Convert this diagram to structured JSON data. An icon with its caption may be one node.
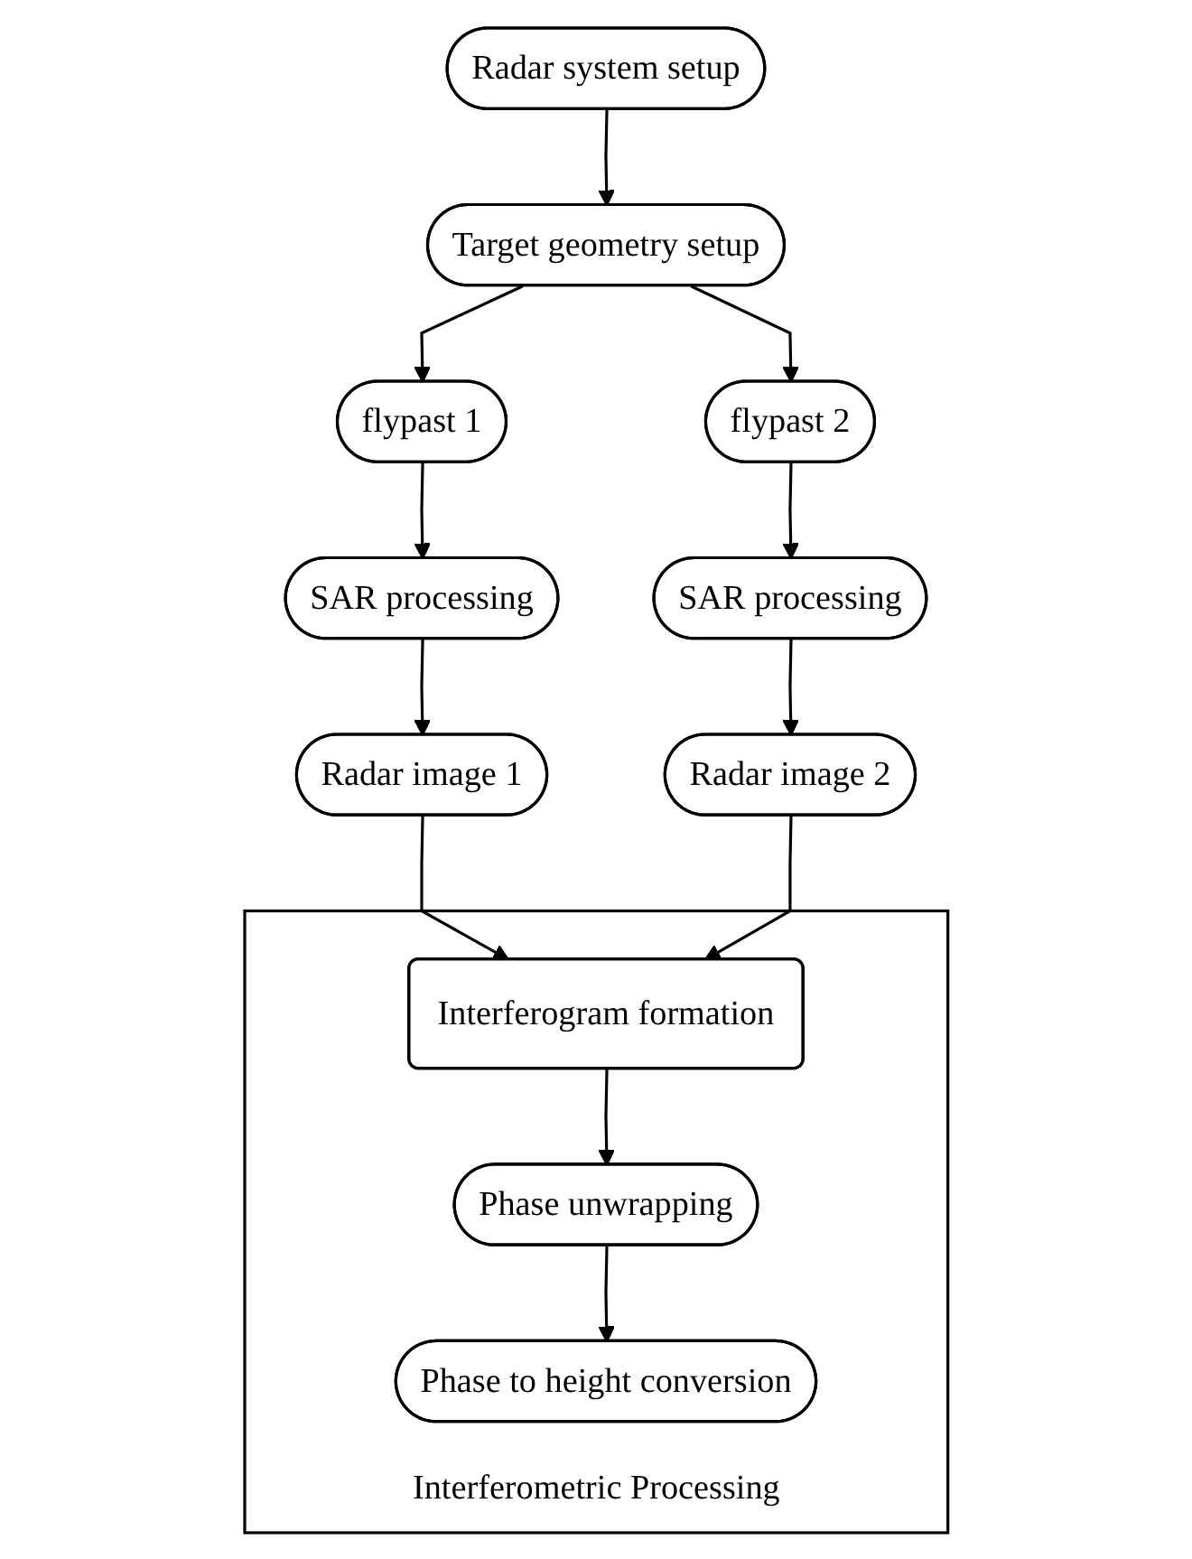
{
  "diagram": {
    "nodes": [
      {
        "text": [
          "Radar system setup"
        ]
      },
      {
        "text": [
          "Target geometry setup"
        ]
      },
      {
        "text": [
          "flypast 1"
        ]
      },
      {
        "text": [
          "flypast 2"
        ]
      },
      {
        "text": [
          "SAR processing"
        ]
      },
      {
        "text": [
          "SAR processing"
        ]
      },
      {
        "text": [
          "Radar image 1"
        ]
      },
      {
        "text": [
          "Radar image 2"
        ]
      },
      {
        "text": [
          "Interferometric Processing"
        ]
      },
      {
        "text": [
          "Interferogram formation"
        ],
        "in": 8
      },
      {
        "text": [
          "Phase unwrapping"
        ],
        "in": 8
      },
      {
        "text": [
          "Phase to height conversion"
        ],
        "in": 8
      }
    ],
    "edges": [
      {
        "from": 0,
        "to": 1,
        "arrow": "to"
      },
      {
        "from": 1,
        "to": 2,
        "arrow": "to"
      },
      {
        "from": 1,
        "to": 3,
        "arrow": "to"
      },
      {
        "from": 2,
        "to": 4,
        "arrow": "to"
      },
      {
        "from": 3,
        "to": 5,
        "arrow": "to"
      },
      {
        "from": 4,
        "to": 6,
        "arrow": "to"
      },
      {
        "from": 5,
        "to": 7,
        "arrow": "to"
      },
      {
        "from": 6,
        "to": 9,
        "arrow": "to"
      },
      {
        "from": 7,
        "to": 9,
        "arrow": "to"
      },
      {
        "from": 9,
        "to": 10,
        "arrow": "to"
      },
      {
        "from": 10,
        "to": 11,
        "arrow": "to"
      }
    ]
  }
}
